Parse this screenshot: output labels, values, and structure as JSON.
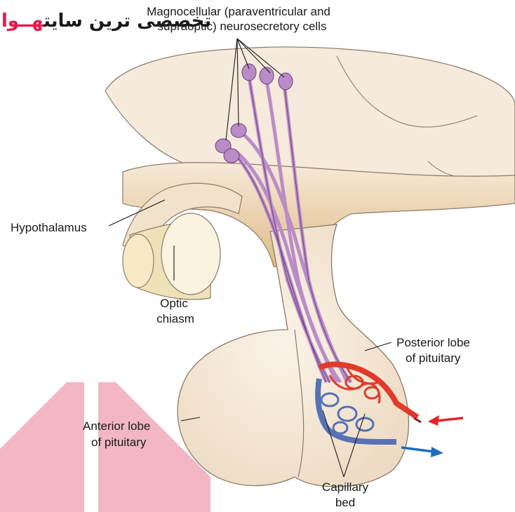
{
  "watermark": {
    "part1": "هــوا",
    "part2": " تخصصی ترین سایت",
    "accent_color": "#e8174b",
    "shape_color": "#f2b6c4"
  },
  "labels": {
    "neurosecretory_line1": "Magnocellular (paraventricular and",
    "neurosecretory_line2": "supraoptic) neurosecretory cells",
    "hypothalamus": "Hypothalamus",
    "optic_chiasm_line1": "Optic",
    "optic_chiasm_line2": "chiasm",
    "posterior_lobe_line1": "Posterior lobe",
    "posterior_lobe_line2": "of pituitary",
    "anterior_lobe_line1": "Anterior lobe",
    "anterior_lobe_line2": "of pituitary",
    "capillary_line1": "Capillary",
    "capillary_line2": "bed"
  },
  "colors": {
    "neuron": "#b98cc8",
    "neuron_stroke": "#6a3f7d",
    "artery": "#e03a2a",
    "vein": "#5572b5",
    "tissue": "#f3e6d2",
    "tan": "#e7c89c",
    "arrow_in": "#e8202a",
    "arrow_out": "#1e6fb8"
  }
}
